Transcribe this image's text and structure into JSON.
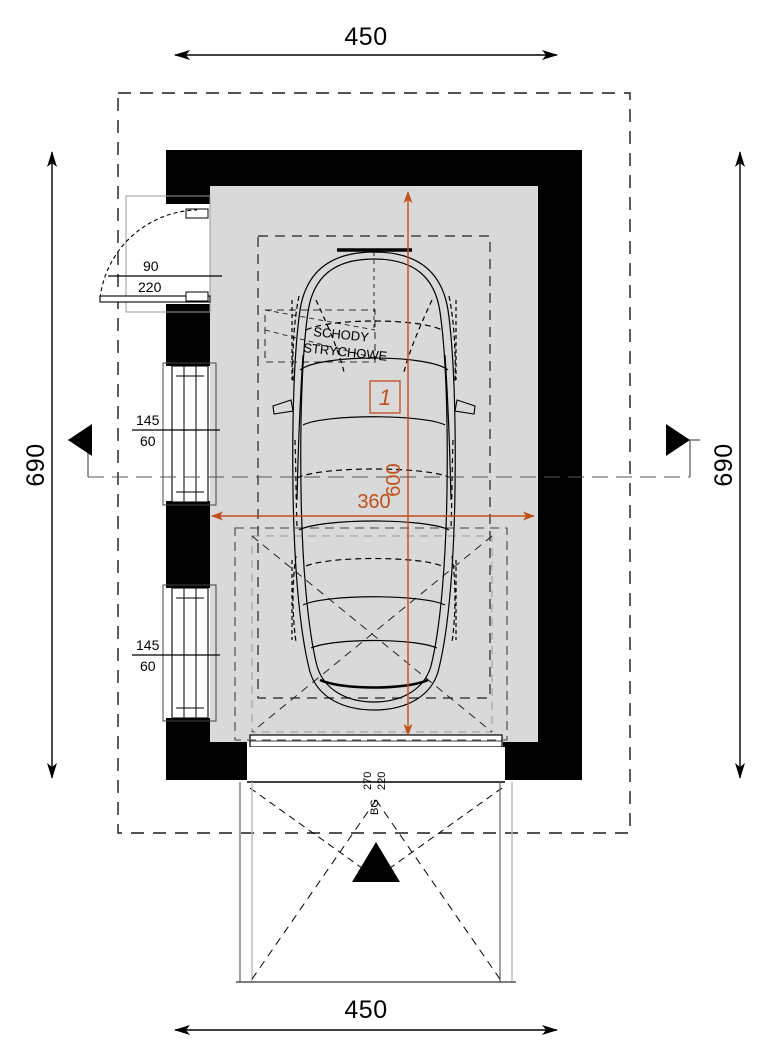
{
  "drawing": {
    "type": "architectural-floor-plan",
    "subject": "single-car garage plan",
    "units": "cm",
    "colors": {
      "wall_fill": "#000000",
      "interior_fill": "#d9d9d9",
      "dimension_accent": "#c0501a",
      "line": "#000000",
      "ghost_line": "#888888"
    }
  },
  "dimensions": {
    "top_overall": "450",
    "bottom_overall": "450",
    "left_overall": "690",
    "right_overall": "690",
    "interior_width": "360",
    "interior_depth": "600"
  },
  "openings": {
    "entry_door": {
      "width": "90",
      "height": "220"
    },
    "window_upper": {
      "width": "145",
      "height": "60"
    },
    "window_lower": {
      "width": "145",
      "height": "60"
    },
    "garage_door": {
      "code": "BG",
      "width": "270",
      "height": "220"
    }
  },
  "rooms": [
    {
      "number": "1",
      "label_line1": "SCHODY",
      "label_line2": "STRYCHOWE"
    }
  ],
  "markers": {
    "section_left": "section-cut-arrow",
    "section_right": "section-cut-arrow",
    "entrance_arrow": "entrance-direction-triangle"
  }
}
